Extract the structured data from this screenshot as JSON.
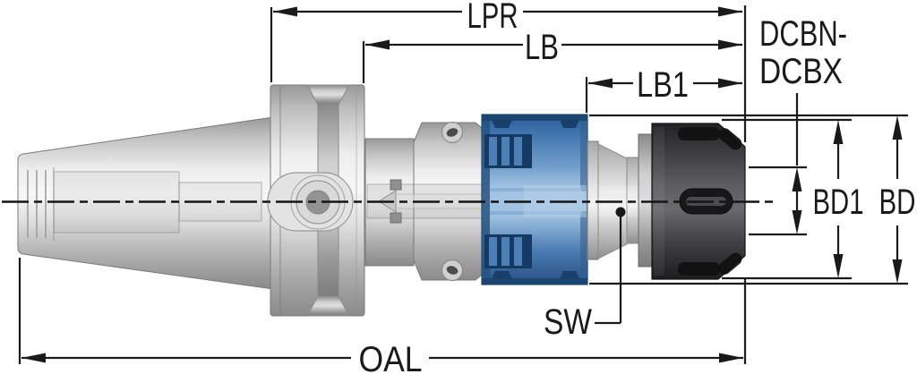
{
  "diagram": {
    "type": "technical-dimension-drawing",
    "subject": "collet chuck tool holder with length compensation",
    "labels": {
      "lpr": "LPR",
      "lb": "LB",
      "lb1": "LB1",
      "dcb_line1": "DCBN-",
      "dcb_line2": "DCBX",
      "bd1": "BD1",
      "bd": "BD",
      "sw": "SW",
      "oal": "OAL"
    },
    "colors": {
      "background": "#ffffff",
      "dimension_line": "#1a1a1a",
      "metal_light": "#ededed",
      "compensation_blue": "#4b7fb6",
      "nut_dark": "#3a3a3e"
    }
  }
}
